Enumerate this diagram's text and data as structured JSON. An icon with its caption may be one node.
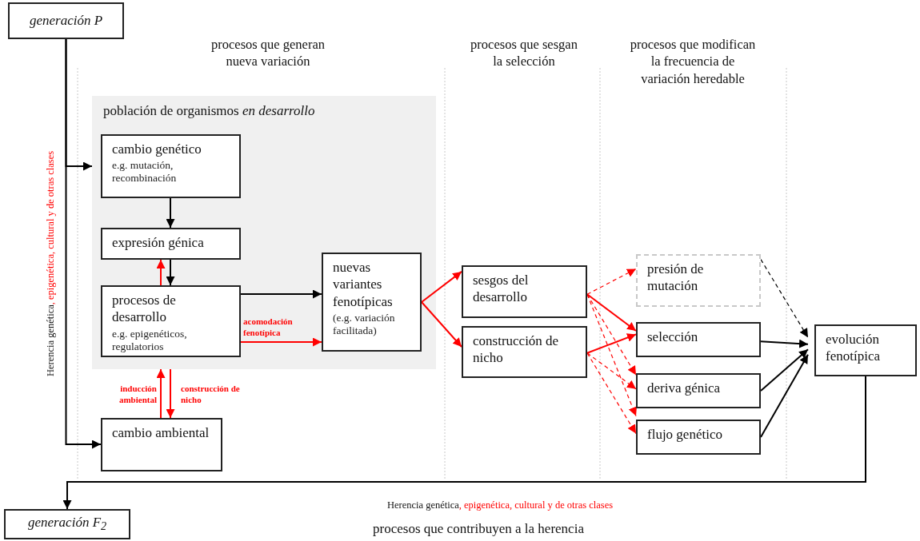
{
  "diagram": {
    "nodes": [
      {
        "text": [
          "generación P"
        ]
      },
      {
        "text": [
          "población de organismos *en desarrollo*"
        ]
      },
      {
        "text": [
          "cambio genético",
          "e.g. mutación, recombinación"
        ],
        "in": 1
      },
      {
        "text": [
          "expresión génica"
        ],
        "in": 1
      },
      {
        "text": [
          "procesos de desarrollo",
          "e.g. epigenéticos, regulatorios"
        ],
        "in": 1
      },
      {
        "text": [
          "nuevas variantes fenotípicas",
          "(e.g. variación facilitada)"
        ],
        "in": 1
      },
      {
        "text": [
          "cambio ambiental"
        ]
      },
      {
        "text": [
          "sesgos del desarrollo"
        ]
      },
      {
        "text": [
          "construcción de nicho"
        ]
      },
      {
        "text": [
          "presión de mutación"
        ]
      },
      {
        "text": [
          "selección"
        ]
      },
      {
        "text": [
          "deriva génica"
        ]
      },
      {
        "text": [
          "flujo genético"
        ]
      },
      {
        "text": [
          "evolución fenotípica"
        ]
      },
      {
        "text": [
          "generación F$_{2}$"
        ]
      }
    ],
    "edges": [
      {
        "from": 0,
        "to": 1,
        "arrow": "to",
        "color": "#000000"
      },
      {
        "from": 0,
        "to": 6,
        "arrow": "to",
        "color": "#000000"
      },
      {
        "from": 2,
        "to": 3,
        "arrow": "to",
        "color": "#000000"
      },
      {
        "from": 3,
        "to": 4,
        "arrow": "to",
        "color": "#000000"
      },
      {
        "from": 4,
        "to": 3,
        "arrow": "to",
        "color": "#ff0000"
      },
      {
        "from": 4,
        "to": 5,
        "arrow": "to",
        "color": "#000000"
      },
      {
        "from": 4,
        "to": 5,
        "arrow": "to",
        "color": "#ff0000",
        "label": "acomodación fenotípica"
      },
      {
        "from": 6,
        "to": 1,
        "arrow": "to",
        "color": "#ff0000",
        "label": "inducción ambiental"
      },
      {
        "from": 1,
        "to": 6,
        "arrow": "to",
        "color": "#ff0000",
        "label": "construcción de nicho"
      },
      {
        "from": 5,
        "to": 7,
        "arrow": "to",
        "color": "#ff0000"
      },
      {
        "from": 5,
        "to": 8,
        "arrow": "to",
        "color": "#ff0000"
      },
      {
        "from": 7,
        "to": 9,
        "arrow": "to",
        "color": "#ff0000",
        "style": "dashed"
      },
      {
        "from": 7,
        "to": 10,
        "arrow": "to",
        "color": "#ff0000"
      },
      {
        "from": 7,
        "to": 11,
        "arrow": "to",
        "color": "#ff0000",
        "style": "dashed"
      },
      {
        "from": 7,
        "to": 12,
        "arrow": "to",
        "color": "#ff0000",
        "style": "dashed"
      },
      {
        "from": 8,
        "to": 10,
        "arrow": "to",
        "color": "#ff0000"
      },
      {
        "from": 8,
        "to": 11,
        "arrow": "to",
        "color": "#ff0000",
        "style": "dashed"
      },
      {
        "from": 8,
        "to": 12,
        "arrow": "to",
        "color": "#ff0000",
        "style": "dashed"
      },
      {
        "from": 9,
        "to": 13,
        "arrow": "to",
        "color": "#000000",
        "style": "dashed"
      },
      {
        "from": 10,
        "to": 13,
        "arrow": "to",
        "color": "#000000"
      },
      {
        "from": 11,
        "to": 13,
        "arrow": "to",
        "color": "#000000"
      },
      {
        "from": 12,
        "to": 13,
        "arrow": "to",
        "color": "#000000"
      },
      {
        "from": 13,
        "to": 14,
        "arrow": "to",
        "color": "#000000"
      }
    ],
    "labels": [
      "procesos que generan nueva variación",
      "procesos que sesgan la selección",
      "procesos que modifican la frecuencia de variación heredable",
      "Herencia genética",
      ", epigenética, cultural y de otras clases",
      "Herencia genética",
      ", epigenética, cultural y de otras clases",
      "procesos que contribuyen a la herencia"
    ]
  }
}
